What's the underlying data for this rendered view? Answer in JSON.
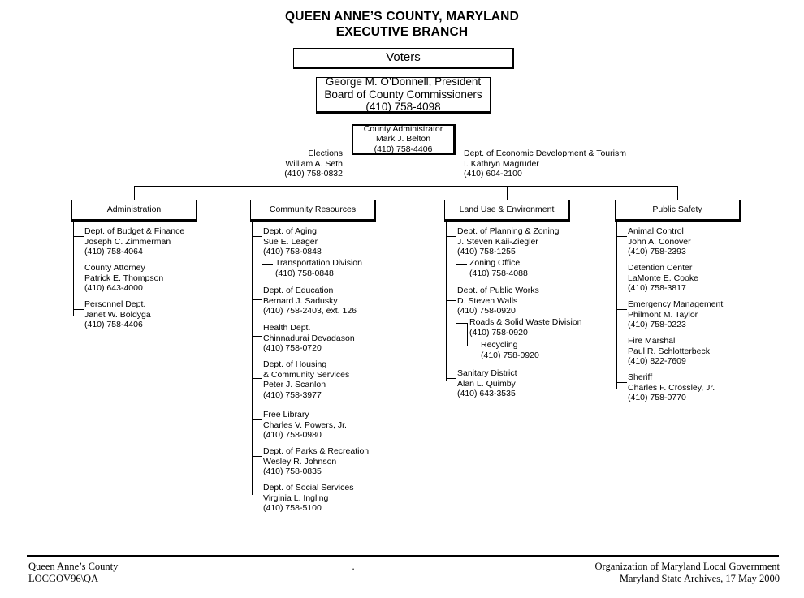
{
  "title": {
    "line1": "QUEEN ANNE’S COUNTY, MARYLAND",
    "line2": "EXECUTIVE BRANCH"
  },
  "voters": {
    "label": "Voters"
  },
  "commissioners": {
    "line1": "George M. O’Donnell, President",
    "line2": "Board of County Commissioners",
    "line3": "(410) 758-4098"
  },
  "county_administrator": {
    "line1": "County Administrator",
    "line2": "Mark J. Belton",
    "line3": "(410) 758-4406"
  },
  "elections": {
    "line1": "Elections",
    "line2": "William A. Seth",
    "line3": "(410) 758-0832"
  },
  "economic_development": {
    "line1": "Dept. of Economic Development & Tourism",
    "line2": "I. Kathryn Magruder",
    "line3": "(410) 604-2100"
  },
  "columns": [
    {
      "header": "Administration",
      "entries": [
        {
          "title": "Dept. of Budget & Finance",
          "name": "Joseph C. Zimmerman",
          "phone": "(410) 758-4064"
        },
        {
          "title": "County Attorney",
          "name": "Patrick E. Thompson",
          "phone": "(410) 643-4000"
        },
        {
          "title": "Personnel Dept.",
          "name": "Janet  W.  Boldyga",
          "phone": "(410) 758-4406"
        }
      ]
    },
    {
      "header": "Community Resources",
      "entries": [
        {
          "title": "Dept. of Aging",
          "name": "Sue E. Leager",
          "phone": "(410) 758-0848"
        },
        {
          "title": "Transportation Division",
          "name": "",
          "phone": "(410) 758-0848"
        },
        {
          "title": "Dept. of Education",
          "name": "Bernard J. Sadusky",
          "phone": "(410) 758-2403, ext. 126"
        },
        {
          "title": "Health Dept.",
          "name": "Chinnadurai Devadason",
          "phone": "(410) 758-0720"
        },
        {
          "title": "Dept. of Housing",
          "title2": "& Community Services",
          "name": "Peter J. Scanlon",
          "phone": "(410) 758-3977"
        },
        {
          "title": "Free Library",
          "name": "Charles V. Powers, Jr.",
          "phone": "(410) 758-0980"
        },
        {
          "title": "Dept. of Parks & Recreation",
          "name": "Wesley R. Johnson",
          "phone": "(410) 758-0835"
        },
        {
          "title": "Dept. of Social Services",
          "name": "Virginia L. Ingling",
          "phone": "(410) 758-5100"
        }
      ]
    },
    {
      "header": "Land Use & Environment",
      "entries": [
        {
          "title": "Dept. of Planning & Zoning",
          "name": "J. Steven Kaii-Ziegler",
          "phone": "(410) 758-1255"
        },
        {
          "title": "Zoning Office",
          "name": "",
          "phone": "(410) 758-4088"
        },
        {
          "title": "Dept. of Public Works",
          "name": "D. Steven Walls",
          "phone": "(410) 758-0920"
        },
        {
          "title": "Roads & Solid Waste Division",
          "name": "",
          "phone": "(410) 758-0920"
        },
        {
          "title": "Recycling",
          "name": "",
          "phone": "(410) 758-0920"
        },
        {
          "title": "Sanitary District",
          "name": "Alan L. Quimby",
          "phone": "(410) 643-3535"
        }
      ]
    },
    {
      "header": "Public Safety",
      "entries": [
        {
          "title": "Animal Control",
          "name": "John A. Conover",
          "phone": "(410) 758-2393"
        },
        {
          "title": "Detention Center",
          "name": "LaMonte E. Cooke",
          "phone": "(410) 758-3817"
        },
        {
          "title": "Emergency Management",
          "name": "Philmont M. Taylor",
          "phone": "(410) 758-0223"
        },
        {
          "title": "Fire Marshal",
          "name": "Paul R. Schlotterbeck",
          "phone": "(410) 822-7609"
        },
        {
          "title": "Sheriff",
          "name": "Charles F. Crossley, Jr.",
          "phone": "(410) 758-0770"
        }
      ]
    }
  ],
  "footer": {
    "left_line1": "Queen Anne’s County",
    "left_line2": "LOCGOV96\\QA",
    "center": ".",
    "right_line1": "Organization of Maryland Local Government",
    "right_line2": "Maryland State Archives, 17 May 2000"
  }
}
